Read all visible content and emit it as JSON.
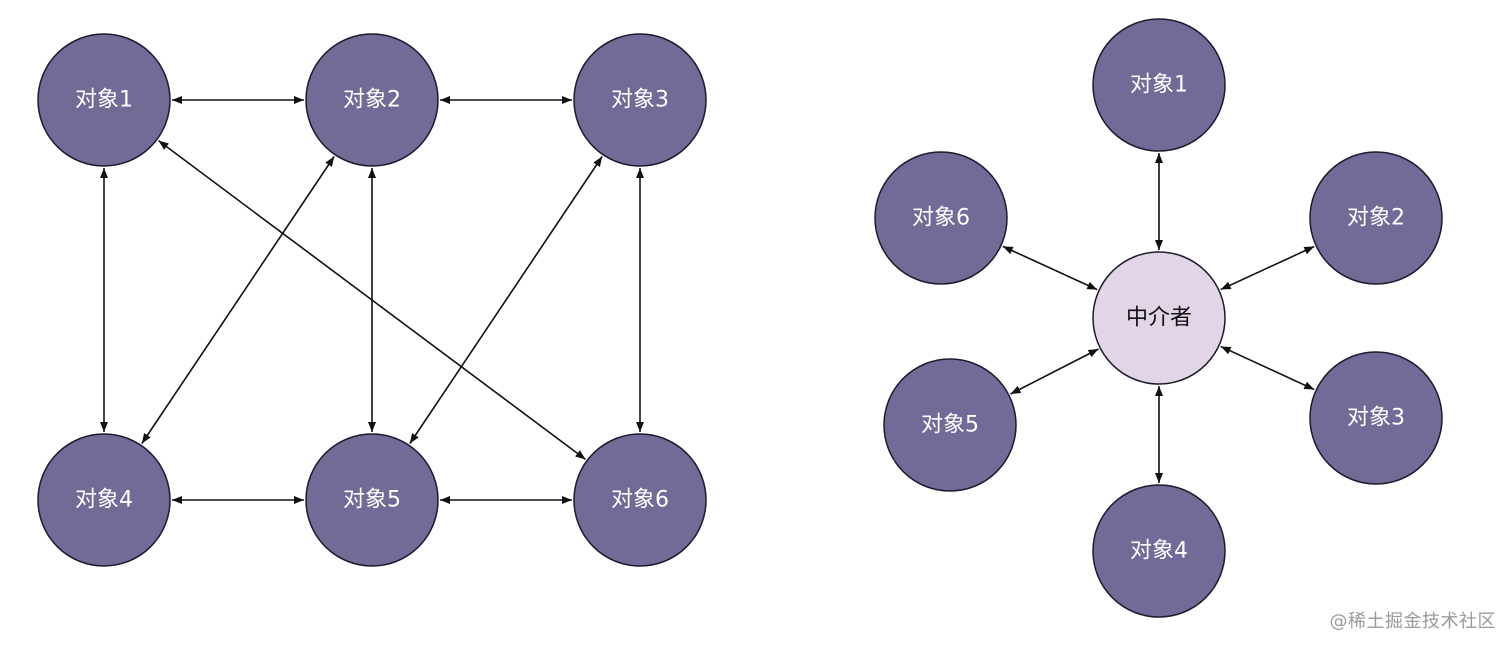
{
  "colors": {
    "node_fill": "#736a97",
    "node_stroke": "#1c1c2e",
    "center_fill": "#e1d5e7",
    "edge": "#111111"
  },
  "left_diagram": {
    "nodes": [
      {
        "id": "L1",
        "label": "对象1"
      },
      {
        "id": "L2",
        "label": "对象2"
      },
      {
        "id": "L3",
        "label": "对象3"
      },
      {
        "id": "L4",
        "label": "对象4"
      },
      {
        "id": "L5",
        "label": "对象5"
      },
      {
        "id": "L6",
        "label": "对象6"
      }
    ],
    "edges": [
      [
        "L1",
        "L2"
      ],
      [
        "L2",
        "L3"
      ],
      [
        "L4",
        "L5"
      ],
      [
        "L5",
        "L6"
      ],
      [
        "L1",
        "L4"
      ],
      [
        "L2",
        "L5"
      ],
      [
        "L3",
        "L6"
      ],
      [
        "L2",
        "L4"
      ],
      [
        "L3",
        "L5"
      ],
      [
        "L1",
        "L6"
      ]
    ]
  },
  "right_diagram": {
    "center": {
      "id": "M",
      "label": "中介者"
    },
    "nodes": [
      {
        "id": "R1",
        "label": "对象1"
      },
      {
        "id": "R2",
        "label": "对象2"
      },
      {
        "id": "R3",
        "label": "对象3"
      },
      {
        "id": "R4",
        "label": "对象4"
      },
      {
        "id": "R5",
        "label": "对象5"
      },
      {
        "id": "R6",
        "label": "对象6"
      }
    ],
    "edges": [
      [
        "M",
        "R1"
      ],
      [
        "M",
        "R2"
      ],
      [
        "M",
        "R3"
      ],
      [
        "M",
        "R4"
      ],
      [
        "M",
        "R5"
      ],
      [
        "M",
        "R6"
      ]
    ]
  },
  "watermark": "@稀土掘金技术社区"
}
